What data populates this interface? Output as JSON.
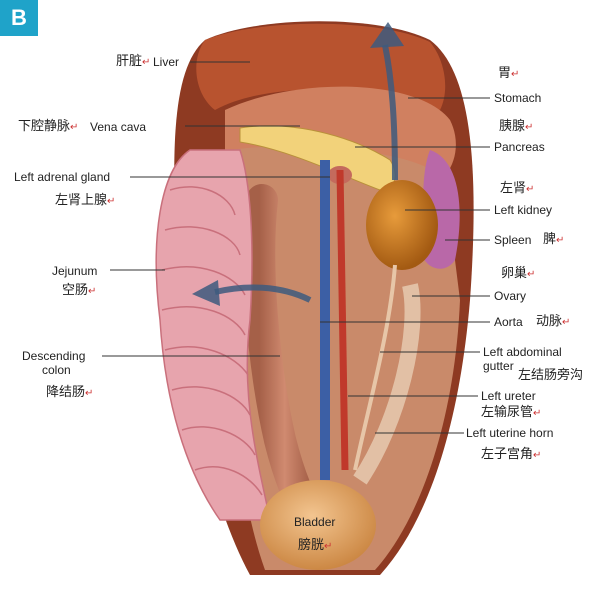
{
  "badge": "B",
  "labels": {
    "liver_cn": "肝脏",
    "liver_en": "Liver",
    "venacava_cn": "下腔静脉",
    "venacava_en": "Vena cava",
    "adrenal_en": "Left adrenal gland",
    "adrenal_cn": "左肾上腺",
    "jejunum_en": "Jejunum",
    "jejunum_cn": "空肠",
    "colon_en1": "Descending",
    "colon_en2": "colon",
    "colon_cn": "降结肠",
    "stomach_cn": "胃",
    "stomach_en": "Stomach",
    "pancreas_cn": "胰腺",
    "pancreas_en": "Pancreas",
    "kidney_cn": "左肾",
    "kidney_en": "Left kidney",
    "spleen_en": "Spleen",
    "spleen_cn": "脾",
    "ovary_cn": "卵巢",
    "ovary_en": "Ovary",
    "aorta_en": "Aorta",
    "aorta_cn": "动脉",
    "gutter_en1": "Left abdominal",
    "gutter_en2": "gutter",
    "gutter_cn": "左结肠旁沟",
    "ureter_en": "Left ureter",
    "ureter_cn": "左输尿管",
    "horn_en": "Left uterine horn",
    "horn_cn": "左子宫角",
    "bladder_en": "Bladder",
    "bladder_cn": "膀胱"
  },
  "return_mark": "↵",
  "colors": {
    "badge": "#1fa3c9",
    "liver": "#b8532f",
    "stomach": "#c9744f",
    "intestine": "#e7a4ad",
    "kidney": "#c7711e",
    "spleen": "#b968a8",
    "bladder": "#e3a562",
    "arrow": "#3d5a7e"
  }
}
